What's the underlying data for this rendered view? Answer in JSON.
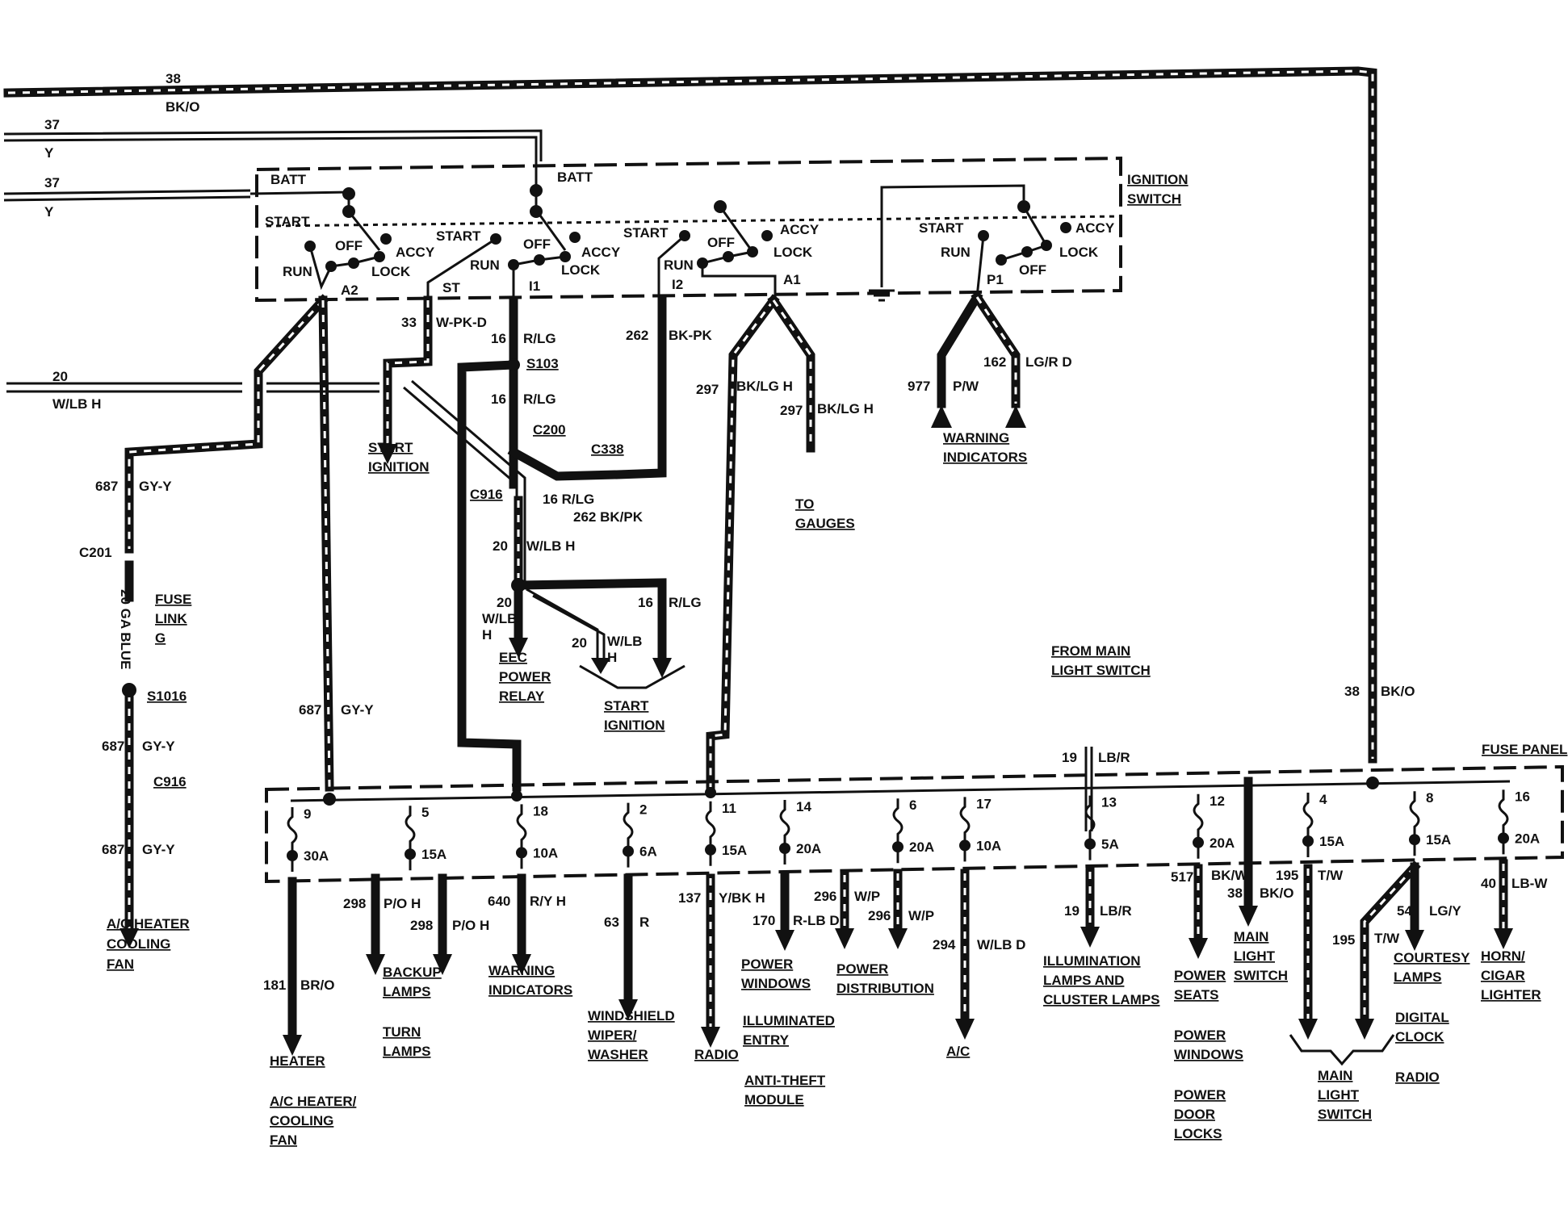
{
  "ignition_switch": {
    "title_line1": "IGNITION",
    "title_line2": "SWITCH",
    "batt": "BATT",
    "start": "START",
    "off": "OFF",
    "accy": "ACCY",
    "run": "RUN",
    "lock": "LOCK",
    "term_a2": "A2",
    "term_st": "ST",
    "term_i1": "I1",
    "term_i2": "I2",
    "term_a1": "A1",
    "term_p1": "P1"
  },
  "wires": {
    "w38": "38",
    "bko": "BK/O",
    "w37": "37",
    "y": "Y",
    "w20": "20",
    "wlbh": "W/LB H",
    "w687": "687",
    "gyy": "GY-Y",
    "w33": "33",
    "wpkd": "W-PK-D",
    "w16": "16",
    "rlg": "R/LG",
    "w262": "262",
    "bkpk": "BK-PK",
    "bkpk2": "262 BK/PK",
    "rlg16": "16 R/LG",
    "w297": "297",
    "bklgh": "BK/LG H",
    "w977": "977",
    "pw": "P/W",
    "w162": "162",
    "lgrd": "LG/R D",
    "wlb": "W/LB",
    "h": "H",
    "w19": "19",
    "lbr": "LB/R",
    "w181": "181",
    "bro": "BR/O",
    "w298": "298",
    "poh": "P/O H",
    "w640": "640",
    "ryh": "R/Y H",
    "w63": "63",
    "r": "R",
    "w137": "137",
    "ybkh": "Y/BK H",
    "w170": "170",
    "rlbd": "R-LB D",
    "w296": "296",
    "wp": "W/P",
    "w294": "294",
    "wlbd": "W/LB D",
    "w517": "517",
    "bkw": "BK/W",
    "w195": "195",
    "tw": "T/W",
    "w54": "54",
    "lgy": "LG/Y",
    "w40": "40",
    "lbw": "LB-W"
  },
  "connectors": {
    "s103": "S103",
    "c200": "C200",
    "c338": "C338",
    "c916": "C916",
    "c201": "C201",
    "s1016": "S1016"
  },
  "fuse_link": {
    "gauge": "20 GA BLUE",
    "fuse": "FUSE",
    "link": "LINK",
    "g": "G"
  },
  "fuse_panel": {
    "title": "FUSE PANEL",
    "fuses": [
      {
        "num": "9",
        "amp": "30A"
      },
      {
        "num": "5",
        "amp": "15A"
      },
      {
        "num": "18",
        "amp": "10A"
      },
      {
        "num": "2",
        "amp": "6A"
      },
      {
        "num": "11",
        "amp": "15A"
      },
      {
        "num": "14",
        "amp": "20A"
      },
      {
        "num": "6",
        "amp": "20A"
      },
      {
        "num": "17",
        "amp": "10A"
      },
      {
        "num": "13",
        "amp": "5A"
      },
      {
        "num": "12",
        "amp": "20A"
      },
      {
        "num": "4",
        "amp": "15A"
      },
      {
        "num": "8",
        "amp": "15A"
      },
      {
        "num": "16",
        "amp": "20A"
      }
    ]
  },
  "destinations": {
    "start_ignition_1": "START",
    "start_ignition_2": "IGNITION",
    "eec_1": "EEC",
    "eec_2": "POWER",
    "eec_3": "RELAY",
    "to_gauges_1": "TO",
    "to_gauges_2": "GAUGES",
    "warning_ind_1": "WARNING",
    "warning_ind_2": "INDICATORS",
    "from_main_1": "FROM MAIN",
    "from_main_2": "LIGHT SWITCH",
    "ac_heater_1": "A/C HEATER",
    "ac_heater_2": "COOLING",
    "ac_heater_3": "FAN",
    "heater": "HEATER",
    "ac_heater_b1": "A/C HEATER/",
    "ac_heater_b2": "COOLING",
    "ac_heater_b3": "FAN",
    "backup_1": "BACKUP",
    "backup_2": "LAMPS",
    "turn_1": "TURN",
    "turn_2": "LAMPS",
    "warning_b1": "WARNING",
    "warning_b2": "INDICATORS",
    "wiper_1": "WINDSHIELD",
    "wiper_2": "WIPER/",
    "wiper_3": "WASHER",
    "radio": "RADIO",
    "pwr_windows_1": "POWER",
    "pwr_windows_2": "WINDOWS",
    "illum_entry_1": "ILLUMINATED",
    "illum_entry_2": "ENTRY",
    "antitheft_1": "ANTI-THEFT",
    "antitheft_2": "MODULE",
    "pwr_dist_1": "POWER",
    "pwr_dist_2": "DISTRIBUTION",
    "ac": "A/C",
    "illum_1": "ILLUMINATION",
    "illum_2": "LAMPS AND",
    "illum_3": "CLUSTER LAMPS",
    "pwr_seats_1": "POWER",
    "pwr_seats_2": "SEATS",
    "pwr_windows_b1": "POWER",
    "pwr_windows_b2": "WINDOWS",
    "pwr_door_1": "POWER",
    "pwr_door_2": "DOOR",
    "pwr_door_3": "LOCKS",
    "main_light_1": "MAIN",
    "main_light_2": "LIGHT",
    "main_light_3": "SWITCH",
    "main_light_b1": "MAIN",
    "main_light_b2": "LIGHT",
    "main_light_b3": "SWITCH",
    "courtesy_1": "COURTESY",
    "courtesy_2": "LAMPS",
    "digital_1": "DIGITAL",
    "digital_2": "CLOCK",
    "radio_b": "RADIO",
    "horn_1": "HORN/",
    "horn_2": "CIGAR",
    "horn_3": "LIGHTER"
  }
}
